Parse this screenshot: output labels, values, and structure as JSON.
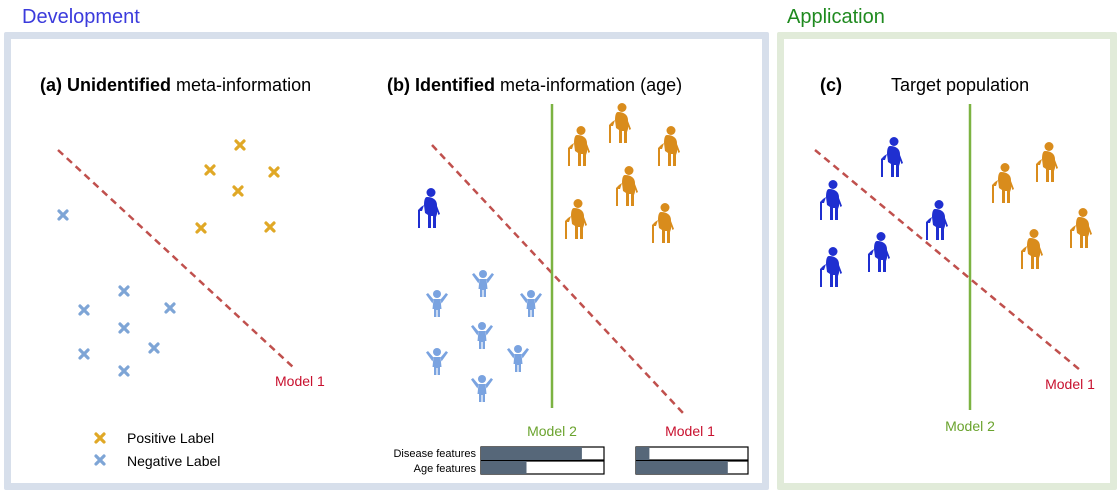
{
  "development": {
    "title": "Development"
  },
  "application": {
    "title": "Application"
  },
  "panel_a": {
    "tag": "(a)",
    "title_bold": "Unidentified",
    "title_rest": " meta-information",
    "model_label": "Model 1",
    "legend": {
      "positive": "Positive Label",
      "negative": "Negative Label"
    }
  },
  "panel_b": {
    "tag": "(b)",
    "title_bold": "Identified",
    "title_rest": " meta-information (age)",
    "model2_label": "Model 2",
    "model1_label": "Model 1",
    "bar_labels": {
      "disease": "Disease features",
      "age": "Age features"
    },
    "feature_bars": {
      "model2": {
        "disease": 0.82,
        "age": 0.37
      },
      "model1": {
        "disease": 0.12,
        "age": 0.82
      }
    }
  },
  "panel_c": {
    "tag": "(c)",
    "title": "Target population",
    "model2_label": "Model 2",
    "model1_label": "Model 1"
  },
  "colors": {
    "positive": "#e0a826",
    "negative": "#7ea5d6",
    "elderly_old": "#d98c1c",
    "elderly_young": "#1f2fd0",
    "child": "#7aa3e0",
    "model1": "#c0504d",
    "model2": "#7cb342",
    "bar_fill": "#566779"
  }
}
